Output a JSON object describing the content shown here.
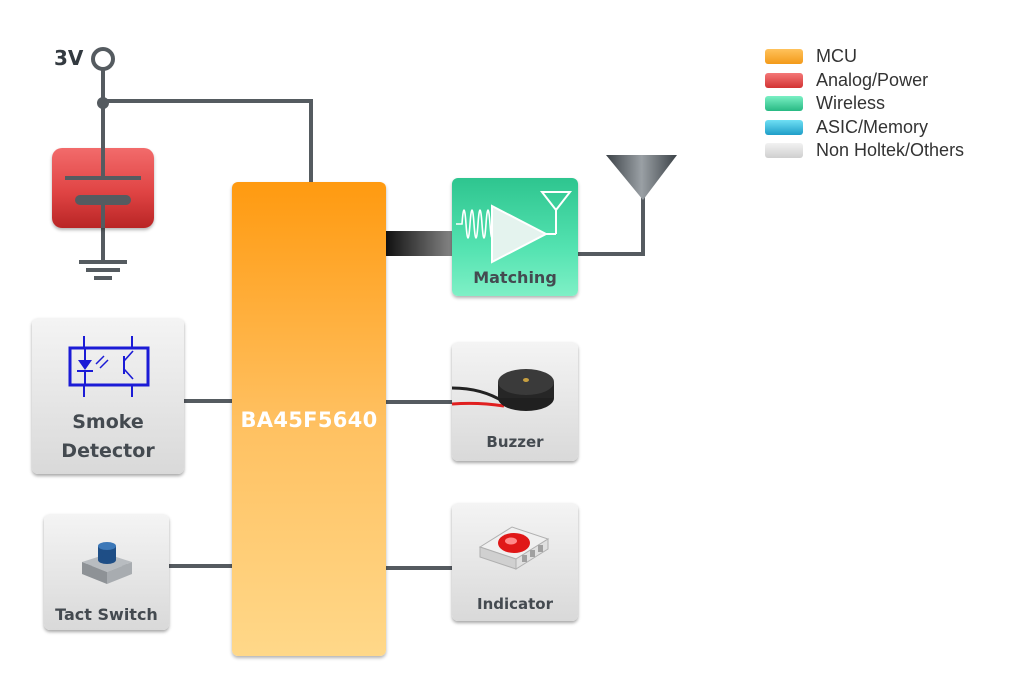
{
  "supply": {
    "voltage_label": "3V"
  },
  "mcu": {
    "label": "BA45F5640"
  },
  "blocks": {
    "matching": "Matching",
    "smoke_line1": "Smoke",
    "smoke_line2": "Detector",
    "buzzer": "Buzzer",
    "tact_switch": "Tact Switch",
    "indicator": "Indicator"
  },
  "legend": [
    {
      "label": "MCU",
      "color": "#f7a934"
    },
    {
      "label": "Analog/Power",
      "color": "#e04848"
    },
    {
      "label": "Wireless",
      "color": "#3fd49c"
    },
    {
      "label": "ASIC/Memory",
      "color": "#38bde0"
    },
    {
      "label": "Non Holtek/Others",
      "color": "#dcdcdc"
    }
  ]
}
